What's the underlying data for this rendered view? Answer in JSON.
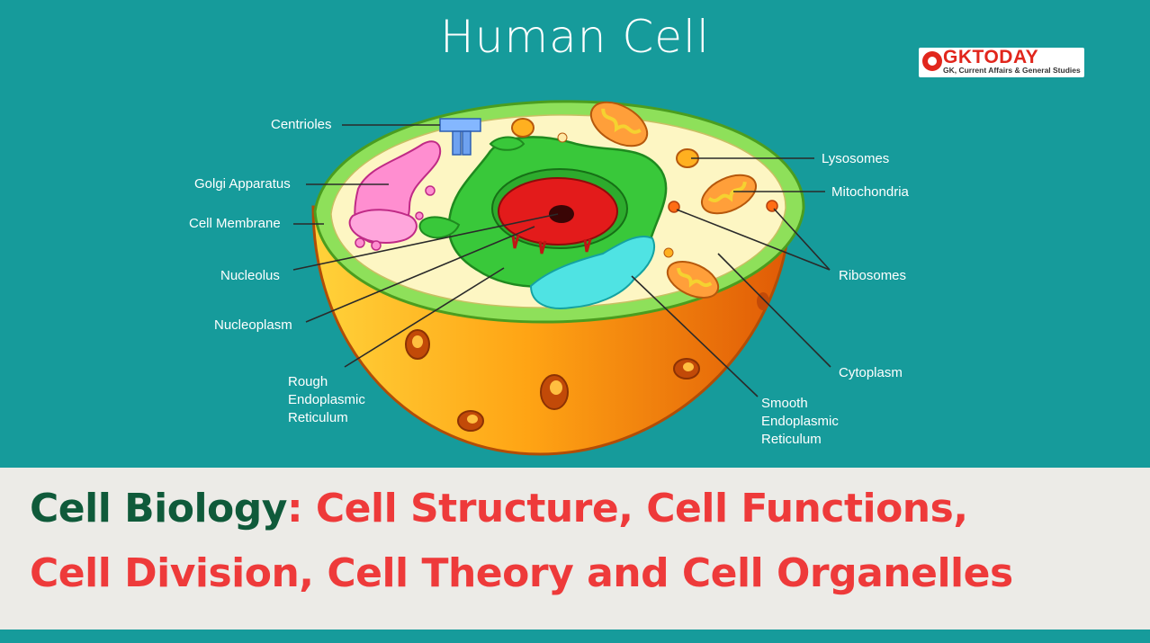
{
  "diagram": {
    "title": "Human Cell",
    "labels": {
      "centrioles": "Centrioles",
      "golgi": "Golgi Apparatus",
      "membrane": "Cell Membrane",
      "nucleolus": "Nucleolus",
      "nucleoplasm": "Nucleoplasm",
      "rough_er": [
        "Rough",
        "Endoplasmic",
        "Reticulum"
      ],
      "lysosomes": "Lysosomes",
      "mitochondria": "Mitochondria",
      "ribosomes": "Ribosomes",
      "cytoplasm": "Cytoplasm",
      "smooth_er": [
        "Smooth",
        "Endoplasmic",
        "Reticulum"
      ]
    }
  },
  "logo": {
    "brand": "GKTODAY",
    "tagline": "GK, Current Affairs & General Studies"
  },
  "headline": {
    "prefix": "Cell Biology",
    "colon": ":",
    "line1": " Cell Structure, Cell Functions,",
    "line2": "Cell Division, Cell Theory and Cell Organelles"
  },
  "colors": {
    "background": "#169b9b",
    "headline_green": "#0f5a3a",
    "headline_red": "#ee3a3a",
    "band": "#ecebe7"
  }
}
